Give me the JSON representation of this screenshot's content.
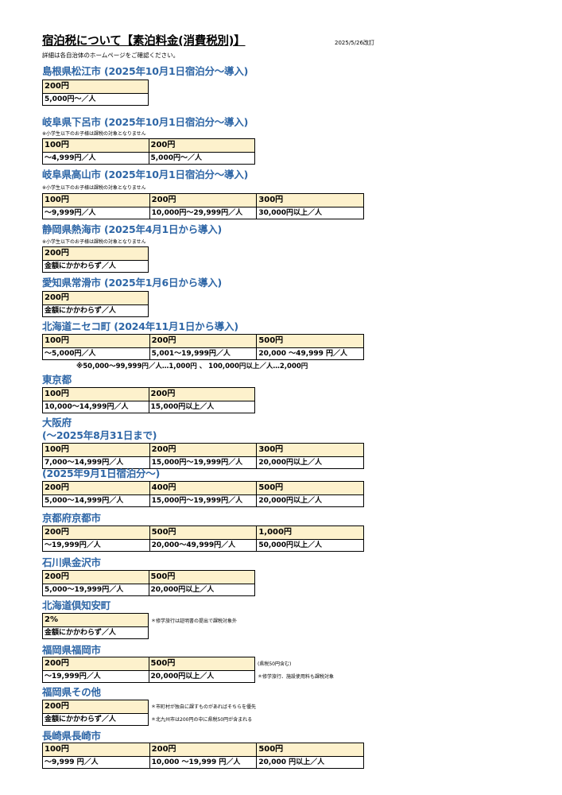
{
  "header": {
    "title": "宿泊税について【素泊料金(消費税別)】",
    "date": "2025/5/26改訂",
    "note": "詳細は各自治体のホームページをご確認ください。"
  },
  "sections": {
    "matsue": {
      "heading": "島根県松江市 (2025年10月1日宿泊分〜導入)",
      "amounts": [
        "200円"
      ],
      "conditions": [
        "5,000円〜／人"
      ]
    },
    "gero": {
      "heading": "岐阜県下呂市 (2025年10月1日宿泊分〜導入)",
      "note": "※小学生以下のお子様は課税の対象となりません",
      "amounts": [
        "100円",
        "200円"
      ],
      "conditions": [
        "〜4,999円／人",
        "5,000円〜／人"
      ]
    },
    "takayama": {
      "heading": "岐阜県高山市 (2025年10月1日宿泊分〜導入)",
      "note": "※小学生以下のお子様は課税の対象となりません",
      "amounts": [
        "100円",
        "200円",
        "300円"
      ],
      "conditions": [
        "〜9,999円／人",
        "10,000円〜29,999円／人",
        "30,000円以上／人"
      ]
    },
    "atami": {
      "heading": "静岡県熱海市 (2025年4月1日から導入)",
      "note": "※小学生以下のお子様は課税の対象となりません",
      "amounts": [
        "200円"
      ],
      "conditions": [
        "金額にかかわらず／人"
      ]
    },
    "tokoname": {
      "heading": "愛知県常滑市 (2025年1月6日から導入)",
      "amounts": [
        "200円"
      ],
      "conditions": [
        "金額にかかわらず／人"
      ]
    },
    "niseko": {
      "heading": "北海道ニセコ町 (2024年11月1日から導入)",
      "amounts": [
        "100円",
        "200円",
        "500円"
      ],
      "conditions": [
        "〜5,000円／人",
        "5,001〜19,999円／人",
        "20,000 〜49,999 円／人"
      ],
      "extra": "※50,000〜99,999円／人…1,000円 、 100,000円以上／人…2,000円"
    },
    "tokyo": {
      "heading": "東京都",
      "amounts": [
        "100円",
        "200円"
      ],
      "conditions": [
        "10,000〜14,999円／人",
        "15,000円以上／人"
      ]
    },
    "osaka": {
      "heading": "大阪府",
      "period1": "(〜2025年8月31日まで)",
      "amounts1": [
        "100円",
        "200円",
        "300円"
      ],
      "conditions1": [
        "7,000〜14,999円／人",
        "15,000円〜19,999円／人",
        "20,000円以上／人"
      ],
      "period2": "(2025年9月1日宿泊分〜)",
      "amounts2": [
        "200円",
        "400円",
        "500円"
      ],
      "conditions2": [
        "5,000〜14,999円／人",
        "15,000円〜19,999円／人",
        "20,000円以上／人"
      ]
    },
    "kyoto": {
      "heading": "京都府京都市",
      "amounts": [
        "200円",
        "500円",
        "1,000円"
      ],
      "conditions": [
        "〜19,999円／人",
        "20,000〜49,999円／人",
        "50,000円以上／人"
      ]
    },
    "kanazawa": {
      "heading": "石川県金沢市",
      "amounts": [
        "200円",
        "500円"
      ],
      "conditions": [
        "5,000〜19,999円／人",
        "20,000円以上／人"
      ]
    },
    "kutchan": {
      "heading": "北海道倶知安町",
      "amounts": [
        "2%"
      ],
      "conditions": [
        "金額にかかわらず／人"
      ],
      "side": "＊修学旅行は証明書の提出で課税対象外"
    },
    "fukuoka_city": {
      "heading": "福岡県福岡市",
      "amounts": [
        "200円",
        "500円"
      ],
      "conditions": [
        "〜19,999円／人",
        "20,000円以上／人"
      ],
      "side1": "(県税50円含む)",
      "side2": "＊修学旅行、施設使用料も課税対象"
    },
    "fukuoka_other": {
      "heading": "福岡県その他",
      "amounts": [
        "200円"
      ],
      "conditions": [
        "金額にかかわらず／人"
      ],
      "side1": "＊市町村が独自に課すものがあればそちらを優先",
      "side2": "＊北九州市は200円の中に県税50円が含まれる"
    },
    "nagasaki": {
      "heading": "長崎県長崎市",
      "amounts": [
        "100円",
        "200円",
        "500円"
      ],
      "conditions": [
        "〜9,999 円／人",
        "10,000 〜19,999 円／人",
        "20,000 円以上／人"
      ]
    }
  }
}
